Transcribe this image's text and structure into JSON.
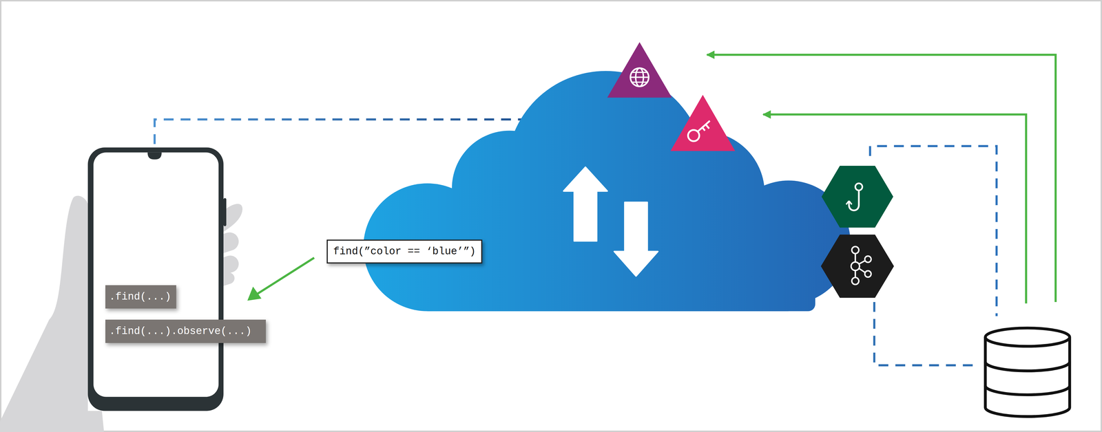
{
  "diagram": {
    "nodes": [
      {
        "text": [
          ".find(...)"
        ]
      },
      {
        "text": [
          ".find(...).observe(...)"
        ]
      },
      {
        "text": [
          "find(”color == ‘blue’”)"
        ]
      }
    ]
  }
}
